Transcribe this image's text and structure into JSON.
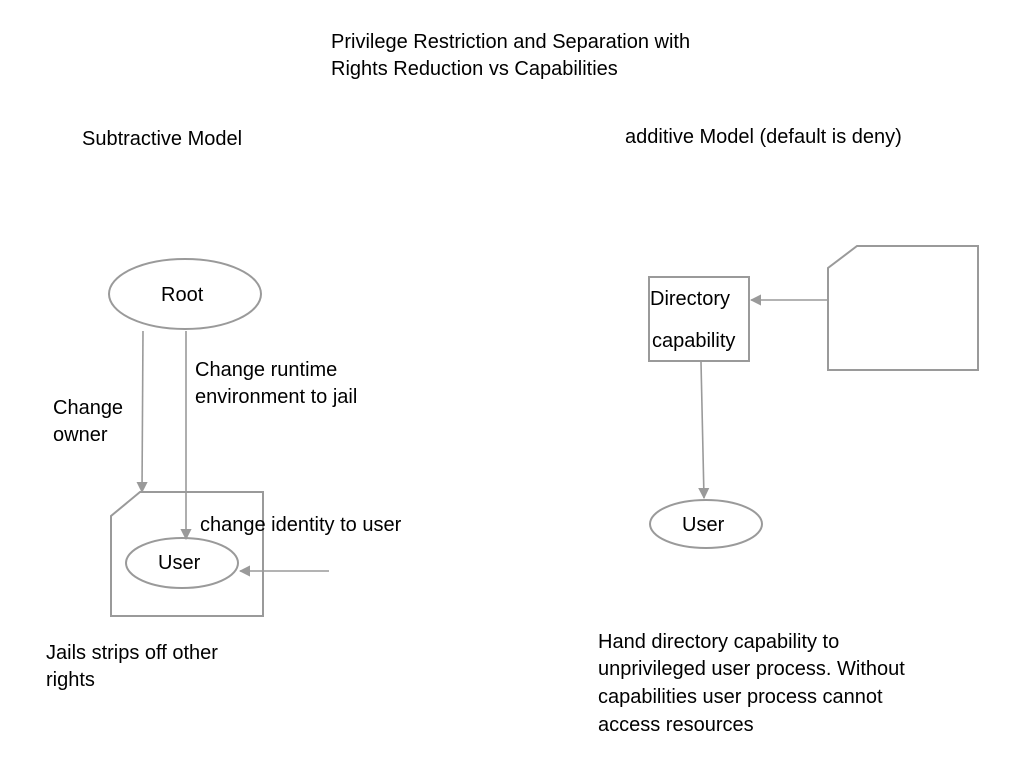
{
  "title": {
    "line1": "Privilege Restriction and Separation with",
    "line2": "Rights Reduction vs Capabilities"
  },
  "subtractive": {
    "heading": "Subtractive Model",
    "root_label": "Root",
    "user_label": "User",
    "change_owner_line1": "Change",
    "change_owner_line2": "owner",
    "runtime_line1": "Change runtime",
    "runtime_line2": "environment to jail",
    "identity_label": "change identity to user",
    "note_line1": "Jails strips off other",
    "note_line2": "rights"
  },
  "additive": {
    "heading": "additive Model (default is deny)",
    "directory_line1": "Directory",
    "directory_line2": "capability",
    "user_label": "User",
    "note_line1": "Hand directory capability to",
    "note_line2": "unprivileged user process. Without",
    "note_line3": "capabilities user process cannot",
    "note_line4": "access resources"
  },
  "colors": {
    "stroke": "#9a9a9a",
    "text": "#000000",
    "background": "#ffffff"
  }
}
